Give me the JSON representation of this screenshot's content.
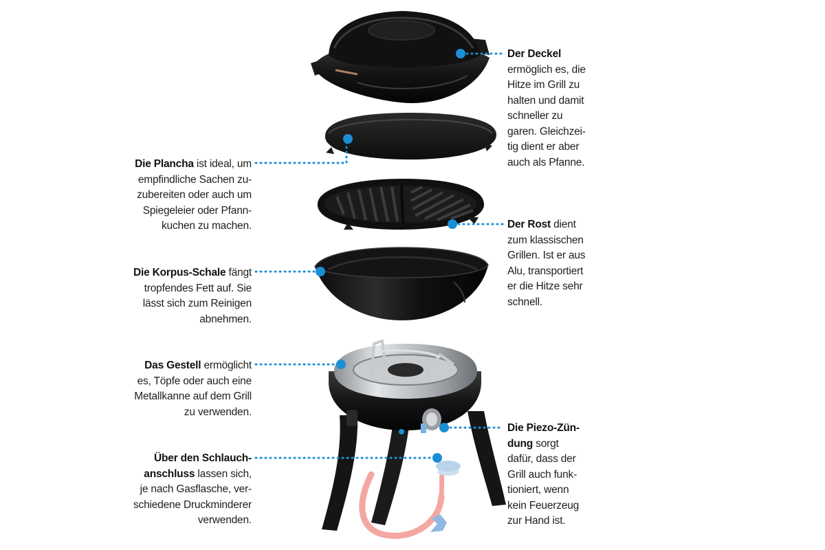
{
  "colors": {
    "accent_dot": "#1b8fd6",
    "grill_black": "#141414",
    "steel": "#b9bcbf",
    "hose": "#f4a7a2",
    "regulator": "#b9d3ea",
    "text": "#1e1e1e"
  },
  "labels": {
    "deckel": {
      "title": "Der Deckel",
      "lines": [
        "ermöglich es, die",
        "Hitze im Grill zu",
        "halten und damit",
        "schneller zu",
        "garen. Gleichzei-",
        "tig dient er aber",
        "auch als Pfanne."
      ]
    },
    "plancha": {
      "title": "Die Plancha",
      "title_rest": " ist ideal, um",
      "lines": [
        "empfindliche Sachen zu-",
        "zubereiten oder auch um",
        "Spiegeleier oder Pfann-",
        "kuchen zu machen."
      ]
    },
    "rost": {
      "title": "Der Rost",
      "title_rest": " dient",
      "lines": [
        "zum klassischen",
        "Grillen. Ist er aus",
        "Alu, transportiert",
        "er die Hitze sehr",
        "schnell."
      ]
    },
    "korpus": {
      "title": "Die Korpus-Schale",
      "title_rest": " fängt",
      "lines": [
        "tropfendes Fett auf. Sie",
        "lässt sich zum Reinigen",
        "abnehmen."
      ]
    },
    "gestell": {
      "title": "Das Gestell",
      "title_rest": " ermöglicht",
      "lines": [
        "es, Töpfe oder auch eine",
        "Metallkanne auf dem Grill",
        "zu verwenden."
      ]
    },
    "piezo": {
      "title_line1": "Die Piezo-Zün-",
      "title_line2": "dung",
      "title_rest": " sorgt",
      "lines": [
        "dafür, dass der",
        "Grill auch funk-",
        "tioniert, wenn",
        "kein Feuerzeug",
        "zur Hand ist."
      ]
    },
    "schlauch": {
      "title_line1": "Über den Schlauch-",
      "title_line2": "anschluss",
      "title_rest": " lassen sich,",
      "lines": [
        "je nach Gasflasche, ver-",
        "schiedene Druckminderer",
        "verwenden."
      ]
    }
  }
}
